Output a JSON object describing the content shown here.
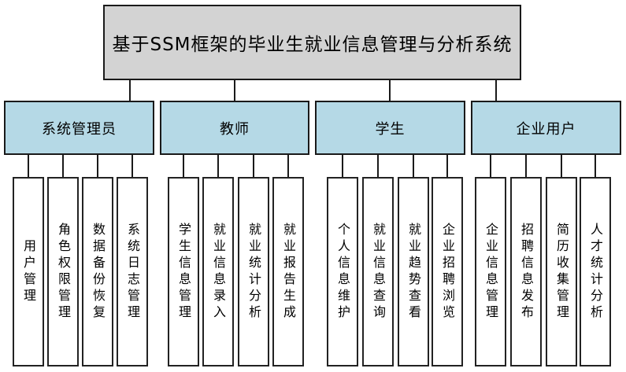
{
  "diagram": {
    "title": "基于SSM框架的毕业生就业信息管理与分析系统",
    "colors": {
      "title_fill": "#d3d3d3",
      "branch_fill": "#b5d9e6",
      "leaf_fill": "#ffffff",
      "line": "#1a1a1a"
    },
    "branches": [
      {
        "label": "系统管理员",
        "children": [
          "用户管理",
          "角色权限管理",
          "数据备份恢复",
          "系统日志管理"
        ]
      },
      {
        "label": "教师",
        "children": [
          "学生信息管理",
          "就业信息录入",
          "就业统计分析",
          "就业报告生成"
        ]
      },
      {
        "label": "学生",
        "children": [
          "个人信息维护",
          "就业信息查询",
          "就业趋势查看",
          "企业招聘浏览"
        ]
      },
      {
        "label": "企业用户",
        "children": [
          "企业信息管理",
          "招聘信息发布",
          "简历收集管理",
          "人才统计分析"
        ]
      }
    ]
  }
}
